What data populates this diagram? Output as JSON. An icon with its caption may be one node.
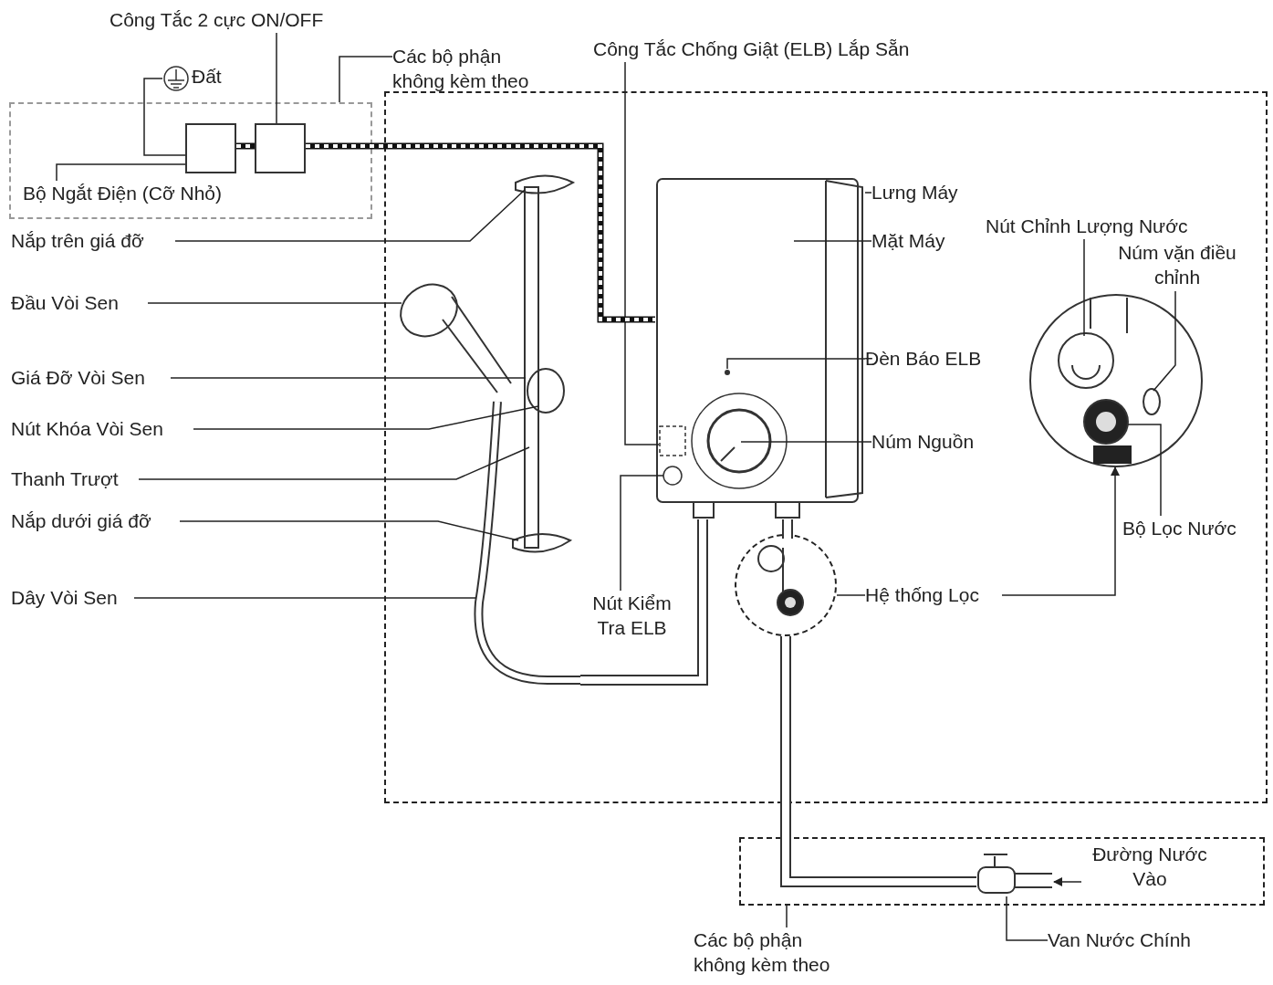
{
  "diagram": {
    "nodes": [
      {
        "text": [],
        "shape": "box"
      },
      {
        "text": [],
        "shape": "box"
      },
      {
        "text": [],
        "shape": "box"
      },
      {
        "text": [],
        "shape": "box",
        "in": 0
      },
      {
        "text": [],
        "shape": "box",
        "in": 0
      },
      {
        "text": [
          "Công Tắc 2 cực ON/OFF"
        ]
      },
      {
        "text": [
          "Các bộ phận không kèm theo"
        ]
      },
      {
        "text": [
          "Bộ Ngắt Điện (Cỡ Nhỏ)"
        ],
        "in": 0
      },
      {
        "text": [
          "Công Tắc Chống Giật (ELB) Lắp Sẵn"
        ]
      },
      {
        "text": [
          "Nắp trên giá đỡ"
        ]
      },
      {
        "text": [
          "Đầu Vòi Sen"
        ]
      },
      {
        "text": [
          "Giá Đỡ Vòi Sen"
        ]
      },
      {
        "text": [
          "Nút Khóa Vòi Sen"
        ]
      },
      {
        "text": [
          "Thanh Trượt"
        ]
      },
      {
        "text": [
          "Nắp dưới giá đỡ"
        ]
      },
      {
        "text": [
          "Dây Vòi Sen"
        ]
      },
      {
        "text": [
          "Lưng Máy"
        ],
        "in": 1
      },
      {
        "text": [
          "Mặt Máy"
        ],
        "in": 1
      },
      {
        "text": [
          "Đèn Báo ELB"
        ],
        "in": 1
      },
      {
        "text": [
          "Núm Nguồn"
        ],
        "in": 1
      },
      {
        "text": [
          "Nút Kiểm Tra ELB"
        ],
        "in": 1
      },
      {
        "text": [
          "Nút Chỉnh Lượng Nước"
        ],
        "in": 1
      },
      {
        "text": [
          "Núm vặn điều chỉnh"
        ],
        "in": 1
      },
      {
        "text": [
          "Bộ Lọc Nước"
        ],
        "in": 1
      },
      {
        "text": [],
        "shape": "circle",
        "in": 1
      },
      {
        "text": [],
        "shape": "circle",
        "in": 1
      },
      {
        "text": [
          "Hệ thống Lọc"
        ],
        "in": 1
      },
      {
        "text": [
          "Đường Nước Vào"
        ],
        "in": 2
      },
      {
        "text": [
          "Van Nước Chính"
        ]
      },
      {
        "text": [
          "Các bộ phận không kèm theo"
        ]
      },
      {
        "text": [],
        "shape": "picture",
        "in": 1
      },
      {
        "text": [],
        "shape": "picture",
        "in": 1
      },
      {
        "text": [],
        "shape": "picture",
        "in": 2
      },
      {
        "text": [
          "Đất"
        ]
      }
    ],
    "edges": [
      {
        "from": 5,
        "to": 4,
        "arrow": "none"
      },
      {
        "from": 6,
        "to": 0,
        "arrow": "none"
      },
      {
        "from": 7,
        "to": 3,
        "arrow": "none"
      },
      {
        "from": 8,
        "to": 31,
        "arrow": "none"
      },
      {
        "from": 9,
        "to": 30,
        "arrow": "none"
      },
      {
        "from": 10,
        "to": 30,
        "arrow": "none"
      },
      {
        "from": 11,
        "to": 30,
        "arrow": "none"
      },
      {
        "from": 12,
        "to": 30,
        "arrow": "none"
      },
      {
        "from": 13,
        "to": 30,
        "arrow": "none"
      },
      {
        "from": 14,
        "to": 30,
        "arrow": "none"
      },
      {
        "from": 15,
        "to": 30,
        "arrow": "none"
      },
      {
        "from": 16,
        "to": 31,
        "arrow": "none"
      },
      {
        "from": 17,
        "to": 31,
        "arrow": "none"
      },
      {
        "from": 18,
        "to": 31,
        "arrow": "none"
      },
      {
        "from": 19,
        "to": 31,
        "arrow": "none"
      },
      {
        "from": 20,
        "to": 31,
        "arrow": "none"
      },
      {
        "from": 21,
        "to": 25,
        "arrow": "none"
      },
      {
        "from": 22,
        "to": 25,
        "arrow": "none"
      },
      {
        "from": 23,
        "to": 25,
        "arrow": "none"
      },
      {
        "from": 26,
        "to": 24,
        "arrow": "none"
      },
      {
        "from": 26,
        "to": 25,
        "arrow": "to"
      },
      {
        "from": 27,
        "to": 32,
        "arrow": "to"
      },
      {
        "from": 28,
        "to": 32,
        "arrow": "none"
      },
      {
        "from": 29,
        "to": 2,
        "arrow": "none"
      },
      {
        "from": 33,
        "to": 3,
        "arrow": "none"
      },
      {
        "from": 3,
        "to": 4,
        "arrow": "none",
        "style": "thick"
      },
      {
        "from": 4,
        "to": 31,
        "arrow": "none",
        "style": "thick"
      },
      {
        "from": 31,
        "to": 24,
        "arrow": "none",
        "style": "thick"
      },
      {
        "from": 24,
        "to": 32,
        "arrow": "none",
        "style": "thick"
      },
      {
        "from": 30,
        "to": 31,
        "arrow": "none",
        "style": "thick"
      }
    ]
  }
}
